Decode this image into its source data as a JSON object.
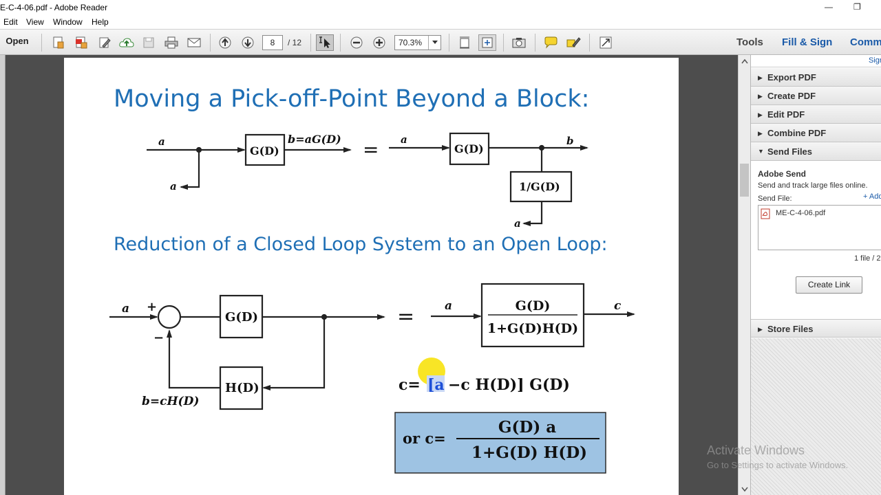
{
  "window": {
    "title": "E-C-4-06.pdf - Adobe Reader",
    "minimize_glyph": "—",
    "restore_glyph": "❐"
  },
  "menu": [
    "Edit",
    "View",
    "Window",
    "Help"
  ],
  "toolbar": {
    "open_label": "Open",
    "page_current": "8",
    "page_total": "/ 12",
    "zoom": "70.3%",
    "tools_label": "Tools",
    "fill_sign_label": "Fill & Sign",
    "comment_label": "Comm"
  },
  "icons": {
    "toolbar": [
      "create-pdf-icon",
      "convert-pdf-icon",
      "edit-icon",
      "cloud-upload-icon",
      "save-icon",
      "print-icon",
      "email-icon",
      "arrow-up-icon",
      "arrow-down-icon",
      "select-cursor-icon",
      "zoom-out-icon",
      "zoom-in-icon",
      "fit-page-icon",
      "fit-width-icon",
      "snapshot-icon",
      "comment-bubble-icon",
      "highlight-pen-icon",
      "expand-icon"
    ]
  },
  "document": {
    "heading1": "Moving a Pick-off-Point Beyond a Block:",
    "heading2": "Reduction of a Closed Loop System to an Open Loop:",
    "diagram1": {
      "in_left": "a",
      "block_left": "G(D)",
      "out_left": "b=aG(D)",
      "branch_left": "a",
      "equals": "=",
      "in_right": "a",
      "block_right": "G(D)",
      "out_right": "b",
      "block_inv": "1/G(D)",
      "branch_right": "a"
    },
    "diagram2": {
      "input": "a",
      "plus": "+",
      "minus": "−",
      "forward_block": "G(D)",
      "feedback_block": "H(D)",
      "feedback_signal": "b=cH(D)",
      "equals": "=",
      "tf_input": "a",
      "tf_numerator": "G(D)",
      "tf_denominator": "1+G(D)H(D)",
      "tf_output": "c"
    },
    "equation1": {
      "prefix": "c=",
      "highlighted": "[a",
      "rest": "−c H(D)] G(D)"
    },
    "equation2": {
      "prefix": "or c=",
      "numerator": "G(D) a",
      "denominator": "1+G(D) H(D)"
    }
  },
  "right_panel": {
    "top_link": "Sign",
    "sections": [
      "Export PDF",
      "Create PDF",
      "Edit PDF",
      "Combine PDF",
      "Send Files"
    ],
    "send": {
      "heading": "Adobe Send",
      "desc": "Send and track large files online.",
      "send_file_label": "Send File:",
      "add_link": "+ Add",
      "file_name": "ME-C-4-06.pdf",
      "file_count": "1 file / 2",
      "create_link_button": "Create Link"
    },
    "store_files": "Store Files"
  },
  "watermark": {
    "line1": "Activate Windows",
    "line2": "Go to Settings to activate Windows."
  }
}
